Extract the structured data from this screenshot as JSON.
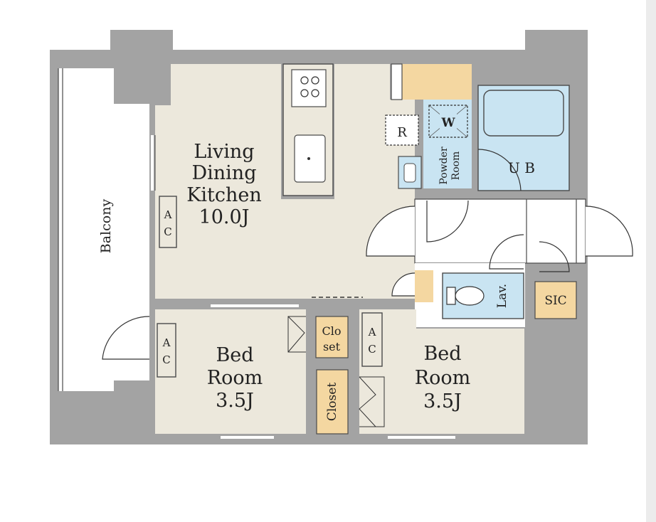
{
  "plan": {
    "ldk": {
      "line1": "Living",
      "line2": "Dining",
      "line3": "Kitchen",
      "size": "10.0J"
    },
    "bed1": {
      "line1": "Bed",
      "line2": "Room",
      "size": "3.5J"
    },
    "bed2": {
      "line1": "Bed",
      "line2": "Room",
      "size": "3.5J"
    },
    "balcony": "Balcony",
    "ac": "A C",
    "closet_small": {
      "line1": "Clo",
      "line2": "set"
    },
    "closet": "Closet",
    "ub": "U B",
    "powder": {
      "line1": "Powder",
      "line2": "Room"
    },
    "washer": "W",
    "fridge": "R",
    "lav": "Lav.",
    "sic": "SIC"
  },
  "colors": {
    "wall": "#a3a3a3",
    "floor": "#ece8dc",
    "wet_area": "#c9e4f2",
    "storage": "#f4d7a1",
    "outline": "#4a4a4a"
  }
}
